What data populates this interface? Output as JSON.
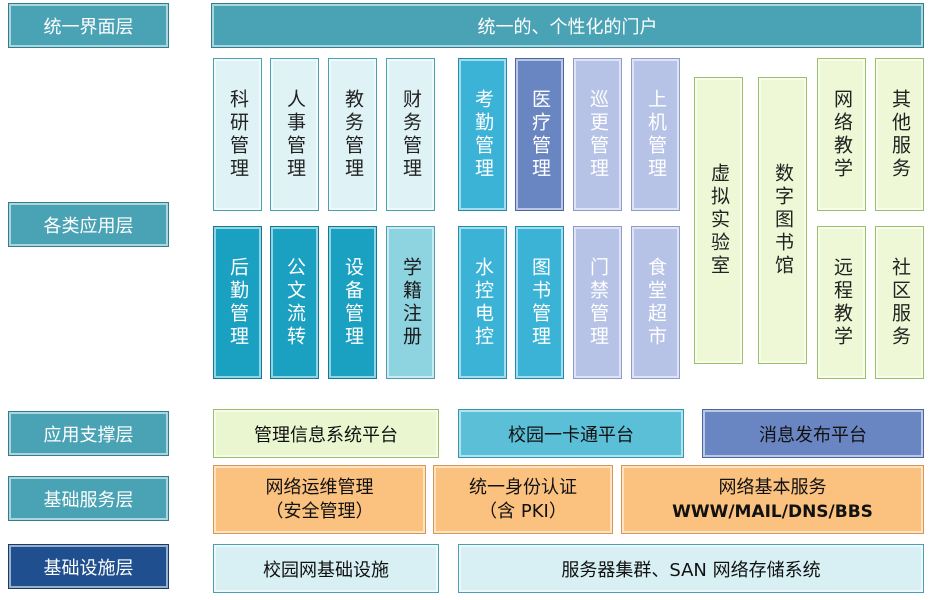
{
  "layers": {
    "ui": "统一界面层",
    "app": "各类应用层",
    "support": "应用支撑层",
    "service": "基础服务层",
    "infra": "基础设施层"
  },
  "portal": "统一的、个性化的门户",
  "apps_top": [
    "科研管理",
    "人事管理",
    "教务管理",
    "财务管理",
    "考勤管理",
    "医疗管理",
    "巡更管理",
    "上机管理"
  ],
  "apps_bottom": [
    "后勤管理",
    "公文流转",
    "设备管理",
    "学籍注册",
    "水控电控",
    "图书管理",
    "门禁管理",
    "食堂超市"
  ],
  "apps_tall": [
    "虚拟实验室",
    "数字图书馆"
  ],
  "apps_right_top": [
    "网络教学",
    "其他服务"
  ],
  "apps_right_bottom": [
    "远程教学",
    "社区服务"
  ],
  "support": [
    "管理信息系统平台",
    "校园一卡通平台",
    "消息发布平台"
  ],
  "service": {
    "ops": {
      "line1": "网络运维管理",
      "line2": "（安全管理）"
    },
    "auth": {
      "line1": "统一身份认证",
      "line2": "（含 PKI）"
    },
    "net": {
      "line1": "网络基本服务",
      "line2": "WWW/MAIL/DNS/BBS"
    }
  },
  "infra": [
    "校园网基础设施",
    "服务器集群、SAN 网络存储系统"
  ],
  "colors": {
    "layer": "#4aa3b4",
    "layer_dark": "#1f4f8f",
    "teal": "#1aa0c0",
    "blue": "#6a86c2",
    "lavender": "#b7c3e6",
    "green": "#eef8d6",
    "orange": "#fbc17e"
  }
}
